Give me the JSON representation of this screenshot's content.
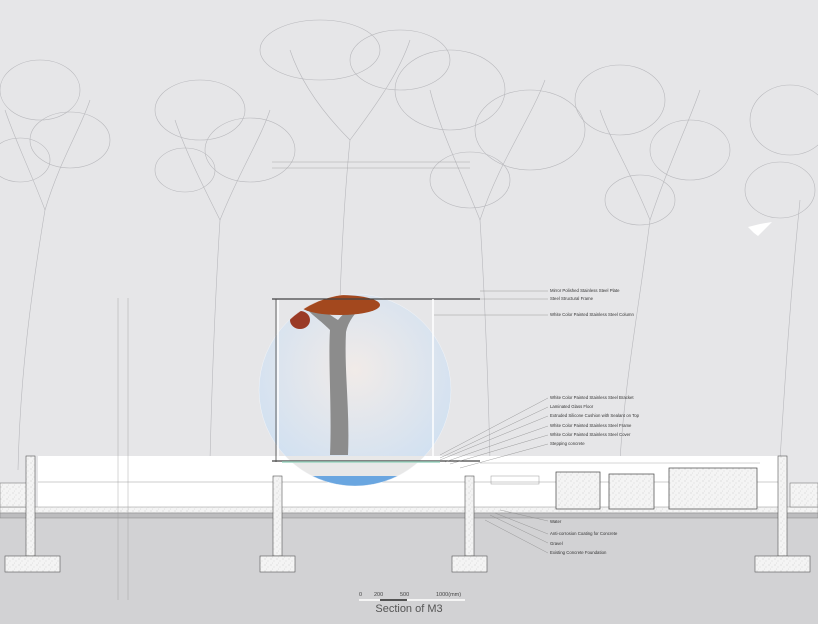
{
  "drawing": {
    "title": "Section of M3",
    "scale_bar": {
      "ticks": [
        "0",
        "200",
        "500",
        "1000(mm)"
      ]
    },
    "callouts_upper": [
      "Mirror Polished Stainless Steel Plate",
      "Steel Structural Frame",
      "White Color Painted Stainless Steel Column"
    ],
    "callouts_middle": [
      "White Color Painted Stainless Steel Bracket",
      "Laminated Glass Floor",
      "Extruded Silicone Cushion with Sealant on Top",
      "White Color Painted Stainless Steel Frame",
      "White Color Painted Stainless Steel Cover",
      "Stepping concrete"
    ],
    "callouts_lower": [
      "Water",
      "Anti-corrosion Coating for Concrete",
      "Gravel",
      "Existing Concrete Foundation"
    ],
    "colors": {
      "background": "#e6e6e8",
      "ground": "#d2d2d4",
      "water": "#ffffff",
      "sky": "#dbe6f0",
      "foliage": "#a0421e",
      "line": "#555555"
    },
    "icons": [
      "bird-silhouette-icon",
      "tree-photo-icon"
    ]
  }
}
